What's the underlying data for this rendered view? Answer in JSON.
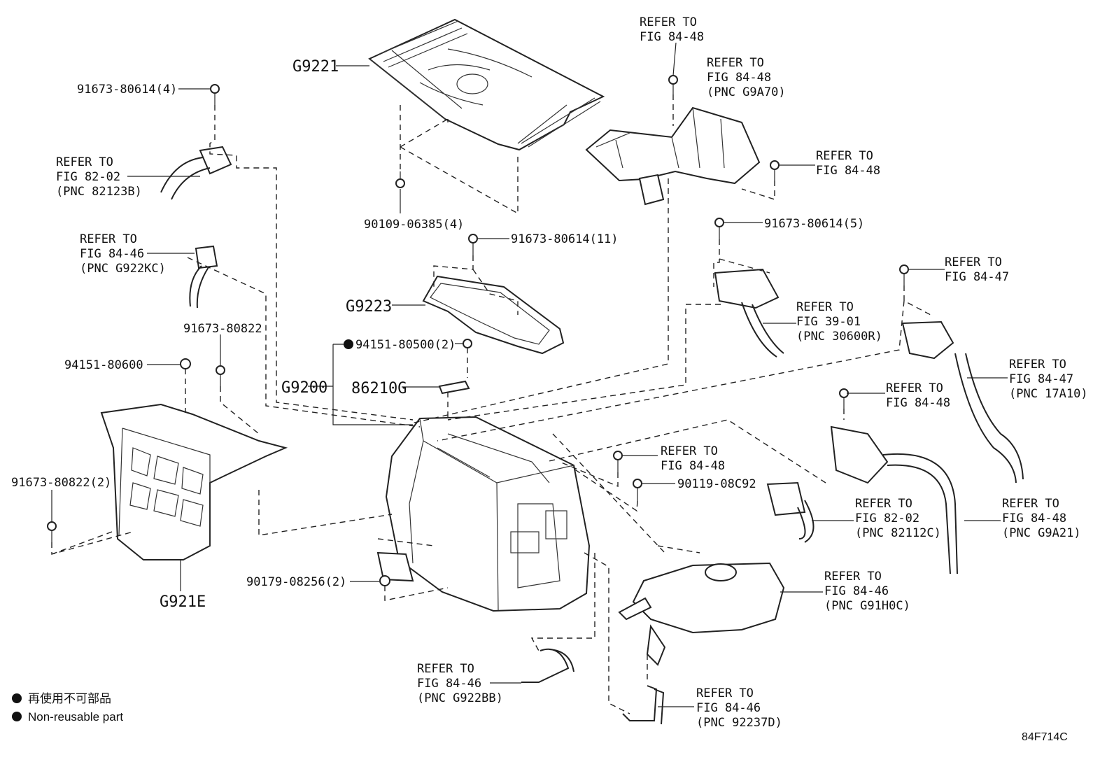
{
  "diagram": {
    "corner_code": "84F714C",
    "legend": {
      "line1": "再使用不可部品",
      "line2": "Non-reusable part"
    },
    "callouts": {
      "g9221": "G9221",
      "g9223": "G9223",
      "g9200": "G9200",
      "g921e": "G921E",
      "p86210g": "86210G",
      "p91673_80614_4": "91673-80614(4)",
      "p90109_06385_4": "90109-06385(4)",
      "p91673_80614_11": "91673-80614(11)",
      "p91673_80614_5": "91673-80614(5)",
      "p94151_80500_2": "94151-80500(2)",
      "p91673_80822": "91673-80822",
      "p94151_80600": "94151-80600",
      "p91673_80822_2": "91673-80822(2)",
      "p90179_08256_2": "90179-08256(2)",
      "p90119_08c92": "90119-08C92"
    },
    "refers": {
      "r1": [
        "REFER TO",
        "FIG 84-48"
      ],
      "r2": [
        "REFER TO",
        "FIG 84-48",
        "(PNC G9A70)"
      ],
      "r3": [
        "REFER TO",
        "FIG 84-48"
      ],
      "r4": [
        "REFER TO",
        "FIG 82-02",
        "(PNC 82123B)"
      ],
      "r5": [
        "REFER TO",
        "FIG 84-46",
        "(PNC G922KC)"
      ],
      "r6": [
        "REFER TO",
        "FIG 84-47"
      ],
      "r7": [
        "REFER TO",
        "FIG 39-01",
        "(PNC 30600R)"
      ],
      "r8": [
        "REFER TO",
        "FIG 84-47",
        "(PNC 17A10)"
      ],
      "r9": [
        "REFER TO",
        "FIG 84-48"
      ],
      "r10": [
        "REFER TO",
        "FIG 84-48"
      ],
      "r11": [
        "REFER TO",
        "FIG 82-02",
        "(PNC 82112C)"
      ],
      "r12": [
        "REFER TO",
        "FIG 84-48",
        "(PNC G9A21)"
      ],
      "r13": [
        "REFER TO",
        "FIG 84-46",
        "(PNC G91H0C)"
      ],
      "r14": [
        "REFER TO",
        "FIG 84-46",
        "(PNC G922BB)"
      ],
      "r15": [
        "REFER TO",
        "FIG 84-46",
        "(PNC 92237D)"
      ]
    }
  }
}
